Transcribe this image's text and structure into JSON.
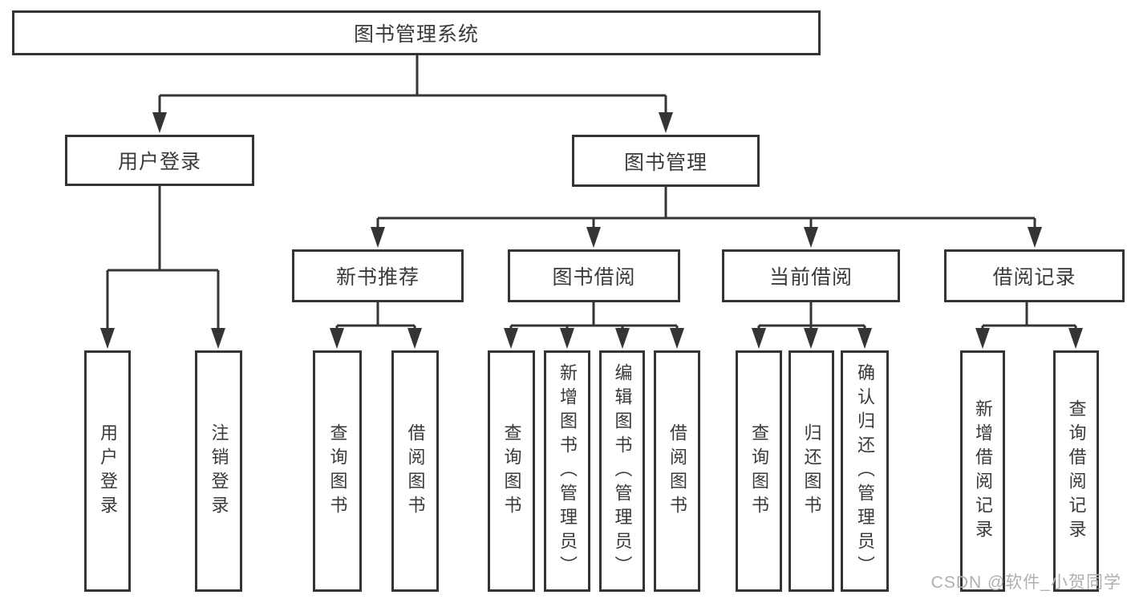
{
  "diagram": {
    "root_label": "图书管理系统",
    "level2": [
      {
        "label": "用户登录"
      },
      {
        "label": "图书管理"
      }
    ],
    "level3": [
      {
        "label": "新书推荐"
      },
      {
        "label": "图书借阅"
      },
      {
        "label": "当前借阅"
      },
      {
        "label": "借阅记录"
      }
    ],
    "leaves": {
      "user": [
        "用户登录",
        "注销登录"
      ],
      "recommend": [
        "查询图书",
        "借阅图书"
      ],
      "borrow": [
        "查询图书",
        "新增图书（管理员）",
        "编辑图书（管理员）",
        "借阅图书"
      ],
      "current": [
        "查询图书",
        "归还图书",
        "确认归还（管理员）"
      ],
      "records": [
        "新增借阅记录",
        "查询借阅记录"
      ]
    },
    "watermark": "CSDN @软件_小贺同学",
    "colors": {
      "line": "#343434",
      "box_border": "#343434",
      "text": "#3a3a3a",
      "watermark_text": "#b0b0b0",
      "background": "#ffffff"
    }
  }
}
